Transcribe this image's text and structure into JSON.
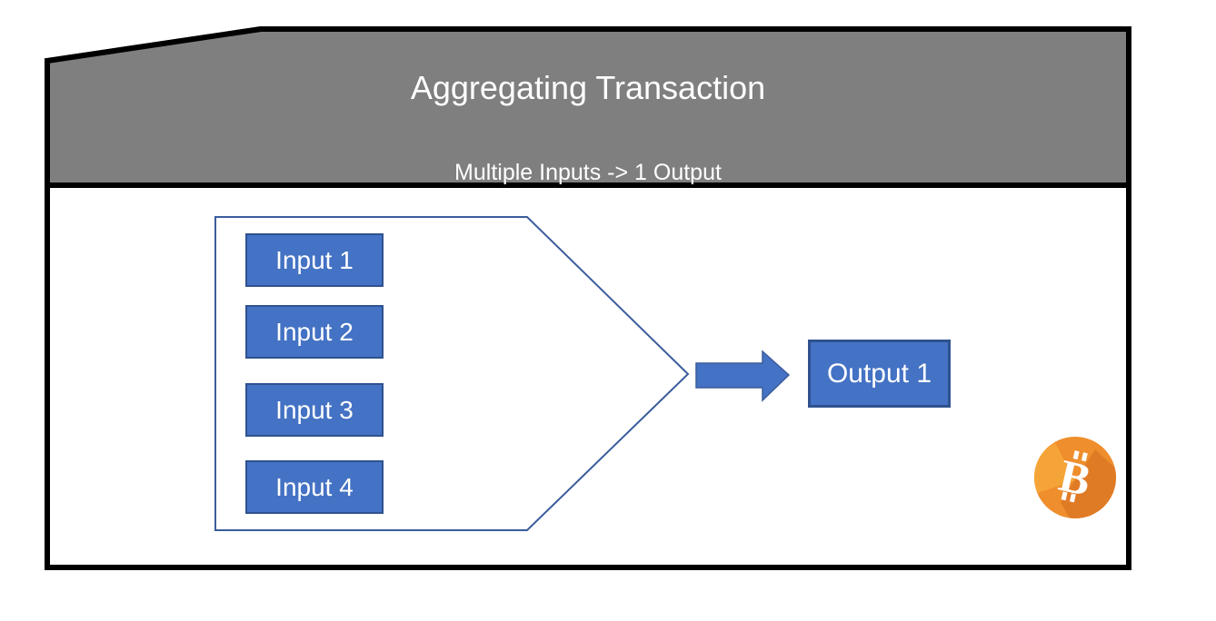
{
  "header": {
    "title": "Aggregating Transaction",
    "subtitle": "Multiple Inputs -> 1 Output"
  },
  "funnel": {
    "inputs": [
      {
        "label": "Input 1"
      },
      {
        "label": "Input 2"
      },
      {
        "label": "Input 3"
      },
      {
        "label": "Input 4"
      }
    ]
  },
  "flow": {
    "output": {
      "label": "Output 1"
    }
  },
  "icons": {
    "bitcoin": "bitcoin-icon",
    "bitcoin_glyph": "B",
    "arrow": "right-block-arrow-icon"
  },
  "colors": {
    "box_fill": "#4472C4",
    "box_border": "#2F528F",
    "funnel_outline": "#3B5C9C",
    "header_gray": "#7F7F7F",
    "frame_black": "#000000",
    "text_white": "#FFFFFF",
    "bitcoin_orange": "#EF8E2C",
    "bitcoin_light": "#F5A537",
    "bitcoin_shadow": "#E07B25"
  }
}
